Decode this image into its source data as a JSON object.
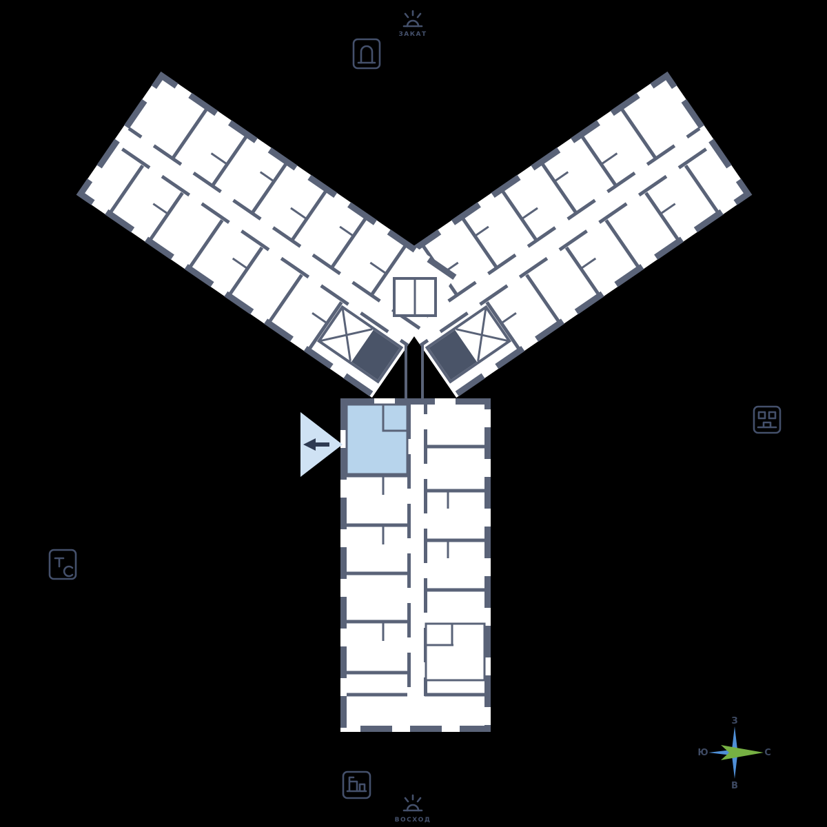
{
  "plan": {
    "colors": {
      "background": "#000000",
      "floor": "#ffffff",
      "wall": "#5a6378",
      "wall_dark": "#4a5468",
      "selected_apartment": "#b7d4ec",
      "entrance_marker": "#cfe2f4",
      "entrance_arrow": "#2e3a52",
      "icon": "#44506b",
      "compass_north_arrow": "#76b043",
      "compass_cross": "#4f8fd6"
    }
  },
  "labels": {
    "sunset": "ЗАКАТ",
    "sunrise": "ВОСХОД"
  },
  "compass": {
    "top": "З",
    "left": "Ю",
    "right": "С",
    "bottom": "В"
  },
  "icons": {
    "top_building": "building-entrance-icon",
    "right_building": "building-icon",
    "left_building": "building-icon",
    "bottom_building": "building-icon",
    "sun_top": "sunset-sun-icon",
    "sun_bottom": "sunrise-sun-icon",
    "marker": "entrance-arrow-marker"
  }
}
